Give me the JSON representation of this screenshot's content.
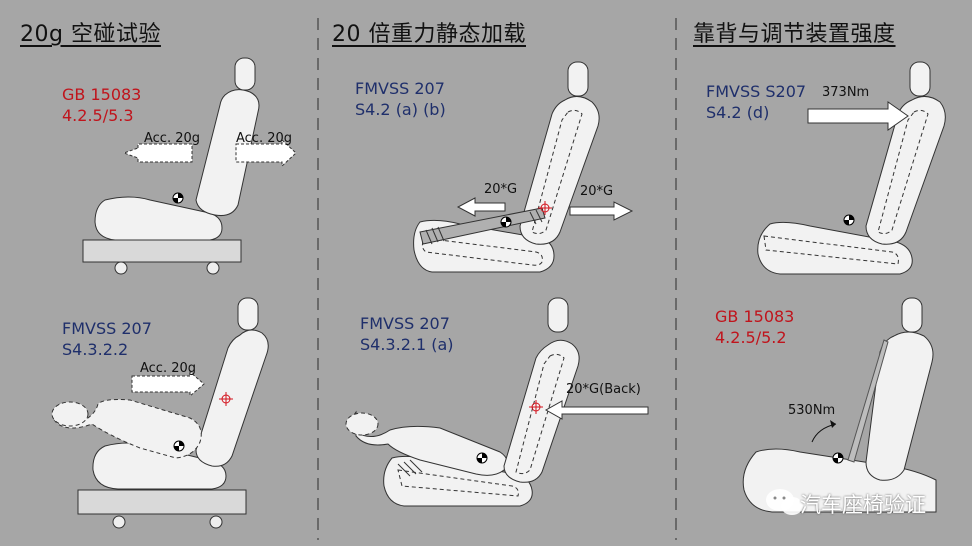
{
  "headings": [
    "20g 空碰试验",
    "20 倍重力静态加载",
    "靠背与调节装置强度"
  ],
  "panels": {
    "top_left": {
      "std_line1": "GB 15083",
      "std_line2": "4.2.5/5.3",
      "arrow_left": "Acc. 20g",
      "arrow_right": "Acc. 20g"
    },
    "bottom_left": {
      "std_line1": "FMVSS 207",
      "std_line2": "S4.3.2.2",
      "arrow": "Acc. 20g"
    },
    "top_mid": {
      "std_line1": "FMVSS 207",
      "std_line2": "S4.2 (a) (b)",
      "force_left": "20*G",
      "force_right": "20*G"
    },
    "bottom_mid": {
      "std_line1": "FMVSS 207",
      "std_line2": "S4.3.2.1 (a)",
      "force": "20*G(Back)"
    },
    "top_right": {
      "std_line1": "FMVSS S207",
      "std_line2": "S4.2 (d)",
      "moment": "373Nm"
    },
    "bottom_right": {
      "std_line1": "GB 15083",
      "std_line2": "4.2.5/5.2",
      "moment": "530Nm"
    }
  },
  "watermark": "汽车座椅验证"
}
